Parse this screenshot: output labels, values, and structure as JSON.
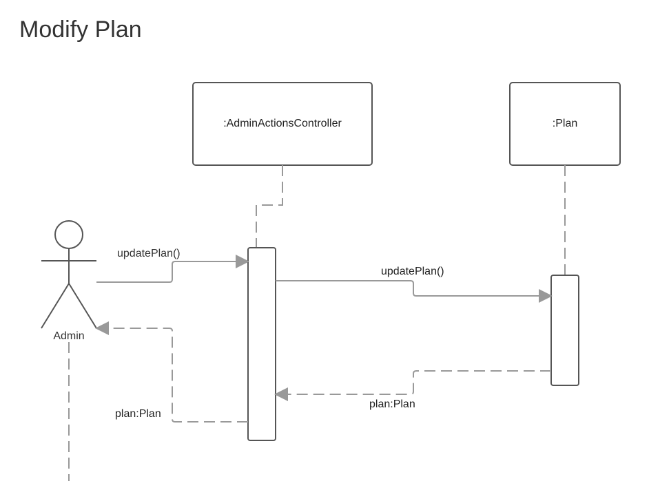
{
  "title": "Modify Plan",
  "actor": {
    "name": "Admin"
  },
  "lifelines": {
    "controller": ":AdminActionsController",
    "plan": ":Plan"
  },
  "messages": {
    "admin_to_controller": "updatePlan()",
    "controller_to_plan": "updatePlan()",
    "plan_return": "plan:Plan",
    "controller_return": "plan:Plan"
  },
  "colors": {
    "line": "#999999",
    "box_border": "#555555",
    "text": "#222222"
  }
}
